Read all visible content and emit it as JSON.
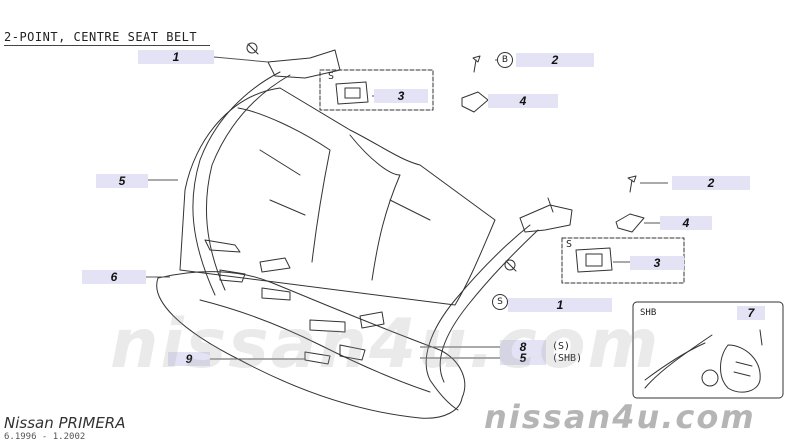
{
  "title": "2-POINT, CENTRE SEAT BELT",
  "callouts": [
    "1",
    "2",
    "4",
    "3",
    "5",
    "2",
    "4",
    "3",
    "6",
    "1",
    "7",
    "8",
    "5",
    "9"
  ],
  "notes": {
    "s": "(S)",
    "shb": "(SHB)"
  },
  "markers": {
    "b": "B",
    "s": "S",
    "s_box": "S",
    "s_box2": "S"
  },
  "shb_label": "SHB",
  "model": {
    "name": "Nissan PRIMERA",
    "dates": "6.1996 - 1.2002"
  },
  "watermarks": {
    "big": "nissan4u.com",
    "corner": "nissan4u.com"
  }
}
